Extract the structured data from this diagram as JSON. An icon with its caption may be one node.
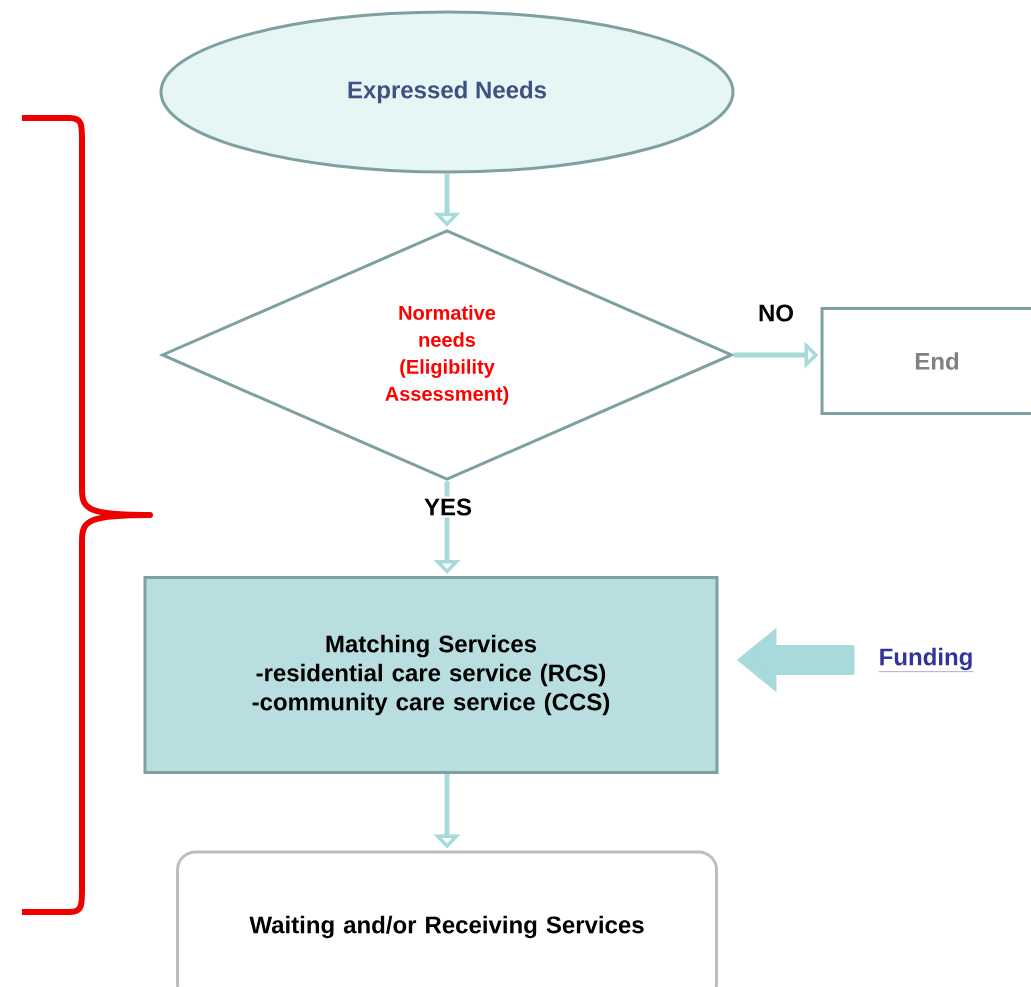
{
  "diagram": {
    "nodes": [
      {
        "text": [
          "Expressed Needs"
        ]
      },
      {
        "text": [
          "Normative needs (Eligibility Assessment)"
        ]
      },
      {
        "text": [
          "End"
        ]
      },
      {
        "text": [
          "Matching Services",
          "-residential care service (RCS)",
          "-community care service (CCS)"
        ]
      },
      {
        "text": [
          "Funding"
        ]
      },
      {
        "text": [
          "Waiting and/or Receiving Services"
        ]
      }
    ],
    "edges": [
      {
        "from": 0,
        "to": 1,
        "arrow": "to"
      },
      {
        "from": 1,
        "to": 2,
        "arrow": "to",
        "label": "NO"
      },
      {
        "from": 1,
        "to": 3,
        "arrow": "to",
        "label": "YES"
      },
      {
        "from": 4,
        "to": 3,
        "arrow": "to",
        "style": "thick"
      },
      {
        "from": 3,
        "to": 5,
        "arrow": "to"
      }
    ]
  }
}
